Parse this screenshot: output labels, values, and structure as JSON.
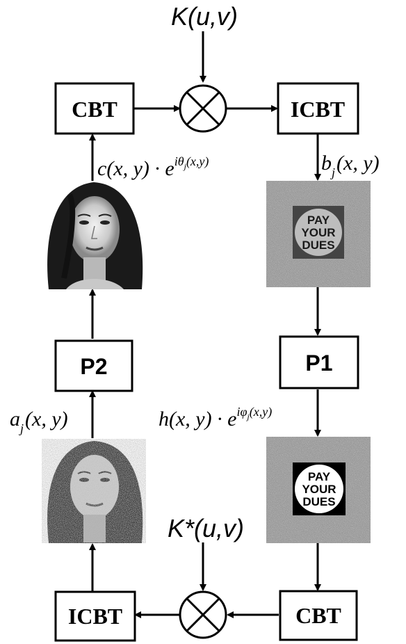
{
  "blocks": {
    "cbt_top": "CBT",
    "icbt_top": "ICBT",
    "p1": "P1",
    "p2": "P2",
    "icbt_bottom": "ICBT",
    "cbt_bottom": "CBT"
  },
  "kernels": {
    "top": "K(u,v)",
    "bottom": "K*(u,v)"
  },
  "signals": {
    "c_main": "c(x, y) · e",
    "c_exp": "iθ",
    "c_exp_sub": "j",
    "c_exp_tail": "(x,y)",
    "b_main": "b",
    "b_sub": "j",
    "b_tail": "(x, y)",
    "a_main": "a",
    "a_sub": "j",
    "a_tail": "(x, y)",
    "h_main": "h(x, y) · e",
    "h_exp": "iφ",
    "h_exp_sub": "j",
    "h_exp_tail": "(x,y)"
  },
  "image_text": {
    "line1": "PAY",
    "line2": "YOUR",
    "line3": "DUES"
  },
  "icons": [
    "multiplier-icon",
    "arrow-icon",
    "face-photo-icon",
    "noise-sign-icon"
  ]
}
